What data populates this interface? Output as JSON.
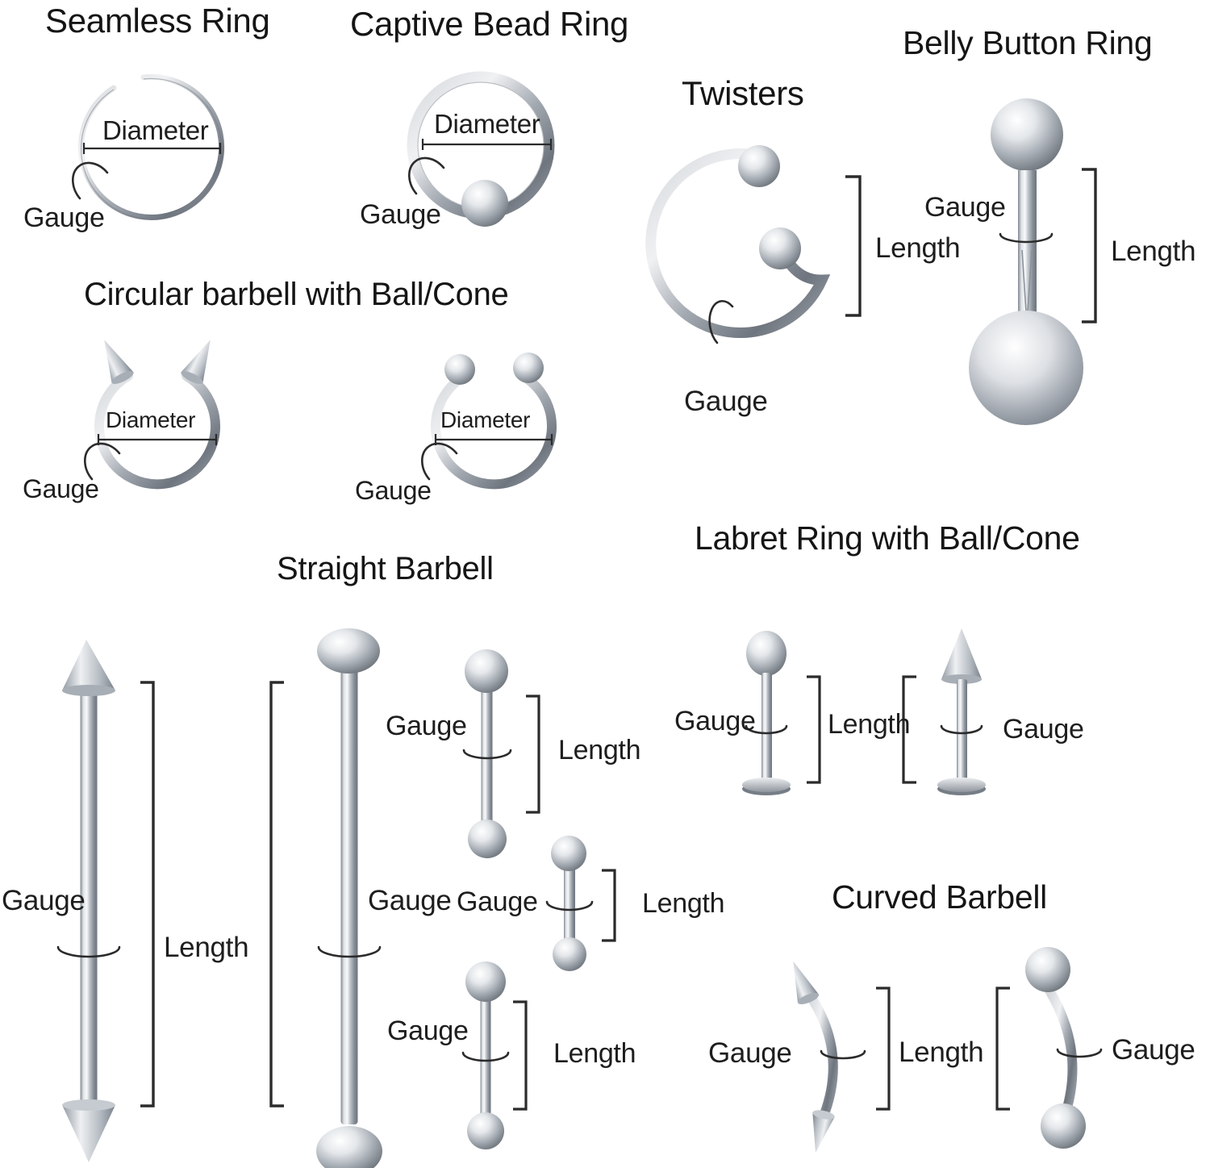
{
  "page": {
    "background": "#ffffff",
    "description": "Body piercing jewelry size guide diagram"
  },
  "colors": {
    "metal_light": "#f2f3f5",
    "metal_mid": "#b4bac1",
    "metal_dark": "#5f666f",
    "annotation_color": "#2b2b2b",
    "text_color": "#1e1e1e",
    "background": "#ffffff"
  },
  "sections": {
    "seamless_ring": {
      "title": "Seamless Ring",
      "diameter_label": "Diameter",
      "gauge_label": "Gauge"
    },
    "captive_bead_ring": {
      "title": "Captive Bead Ring",
      "diameter_label": "Diameter",
      "gauge_label": "Gauge"
    },
    "twisters": {
      "title": "Twisters",
      "length_label": "Length",
      "gauge_label": "Gauge"
    },
    "belly_button_ring": {
      "title": "Belly Button Ring",
      "gauge_label": "Gauge",
      "length_label": "Length"
    },
    "circular_barbell": {
      "title": "Circular barbell with Ball/Cone",
      "cone_variant": {
        "diameter_label": "Diameter",
        "gauge_label": "Gauge"
      },
      "ball_variant": {
        "diameter_label": "Diameter",
        "gauge_label": "Gauge"
      }
    },
    "straight_barbell": {
      "title": "Straight Barbell",
      "industrial_cone": {
        "gauge_label": "Gauge",
        "length_label": "Length"
      },
      "industrial_ball": {
        "gauge_label": "Gauge"
      },
      "small_top": {
        "gauge_label": "Gauge",
        "length_label": "Length"
      },
      "small_middle": {
        "gauge_label": "Gauge",
        "length_label": "Length"
      },
      "small_bottom": {
        "gauge_label": "Gauge",
        "length_label": "Length"
      }
    },
    "labret_ring": {
      "title": "Labret Ring with Ball/Cone",
      "ball_variant": {
        "gauge_label": "Gauge"
      },
      "length_label": "Length",
      "cone_variant": {
        "gauge_label": "Gauge"
      }
    },
    "curved_barbell": {
      "title": "Curved Barbell",
      "cone_variant": {
        "gauge_label": "Gauge"
      },
      "length_label": "Length",
      "ball_variant": {
        "gauge_label": "Gauge"
      }
    }
  }
}
